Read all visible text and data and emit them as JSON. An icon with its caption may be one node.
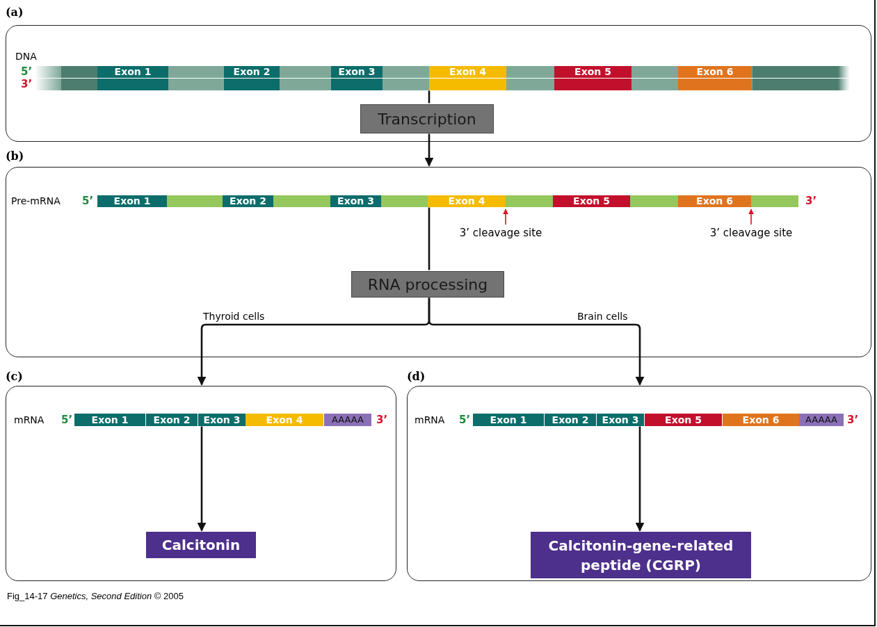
{
  "diagram": {
    "caption": "Fig_14-17 *Genetics, Second Edition* © 2005",
    "nodes": [
      {
        "text": [
          "(a)"
        ]
      },
      {
        "text": [
          "Exon 1"
        ],
        "in": 0
      },
      {
        "text": [
          "Exon 2"
        ],
        "in": 0
      },
      {
        "text": [
          "Exon 3"
        ],
        "in": 0
      },
      {
        "text": [
          "Exon 4"
        ],
        "in": 0
      },
      {
        "text": [
          "Exon 5"
        ],
        "in": 0
      },
      {
        "text": [
          "Exon 6"
        ],
        "in": 0
      },
      {
        "text": [
          "Transcription"
        ],
        "in": 0
      },
      {
        "text": [
          "(b)"
        ]
      },
      {
        "text": [
          "Exon 1"
        ],
        "in": 8
      },
      {
        "text": [
          "Exon 2"
        ],
        "in": 8
      },
      {
        "text": [
          "Exon 3"
        ],
        "in": 8
      },
      {
        "text": [
          "Exon 4"
        ],
        "in": 8
      },
      {
        "text": [
          "Exon 5"
        ],
        "in": 8
      },
      {
        "text": [
          "Exon 6"
        ],
        "in": 8
      },
      {
        "text": [
          "3’ cleavage site"
        ],
        "in": 8
      },
      {
        "text": [
          "3’ cleavage site"
        ],
        "in": 8
      },
      {
        "text": [
          "RNA processing"
        ],
        "in": 8
      },
      {
        "text": [
          "(c)"
        ]
      },
      {
        "text": [
          "Exon 1"
        ],
        "in": 18
      },
      {
        "text": [
          "Exon 2"
        ],
        "in": 18
      },
      {
        "text": [
          "Exon 3"
        ],
        "in": 18
      },
      {
        "text": [
          "Exon 4"
        ],
        "in": 18
      },
      {
        "text": [
          "AAAAA"
        ],
        "in": 18
      },
      {
        "text": [
          "Calcitonin"
        ],
        "in": 18
      },
      {
        "text": [
          "(d)"
        ]
      },
      {
        "text": [
          "Exon 1"
        ],
        "in": 25
      },
      {
        "text": [
          "Exon 2"
        ],
        "in": 25
      },
      {
        "text": [
          "Exon 3"
        ],
        "in": 25
      },
      {
        "text": [
          "Exon 5"
        ],
        "in": 25
      },
      {
        "text": [
          "Exon 6"
        ],
        "in": 25
      },
      {
        "text": [
          "AAAAA"
        ],
        "in": 25
      },
      {
        "text": [
          "Calcitonin-gene-related peptide (CGRP)"
        ],
        "in": 25
      }
    ],
    "edges": [
      {
        "from": 4,
        "to": 7,
        "arrow": "none"
      },
      {
        "from": 7,
        "to": 8,
        "arrow": "to"
      },
      {
        "from": 12,
        "to": 17,
        "arrow": "none"
      },
      {
        "from": 17,
        "to": 18,
        "arrow": "to",
        "label": "Thyroid cells"
      },
      {
        "from": 17,
        "to": 25,
        "arrow": "to",
        "label": "Brain cells"
      },
      {
        "from": 21,
        "to": 24,
        "arrow": "to"
      },
      {
        "from": 28,
        "to": 32,
        "arrow": "to"
      },
      {
        "from": 15,
        "to": null,
        "arrow": "to",
        "color": "#e0101e"
      },
      {
        "from": 16,
        "to": null,
        "arrow": "to",
        "color": "#e0101e"
      }
    ],
    "labels": [
      "DNA",
      "5’",
      "3’",
      "Pre-mRNA",
      "5’",
      "3’",
      "mRNA",
      "5’",
      "3’",
      "mRNA",
      "5’",
      "3’"
    ]
  }
}
